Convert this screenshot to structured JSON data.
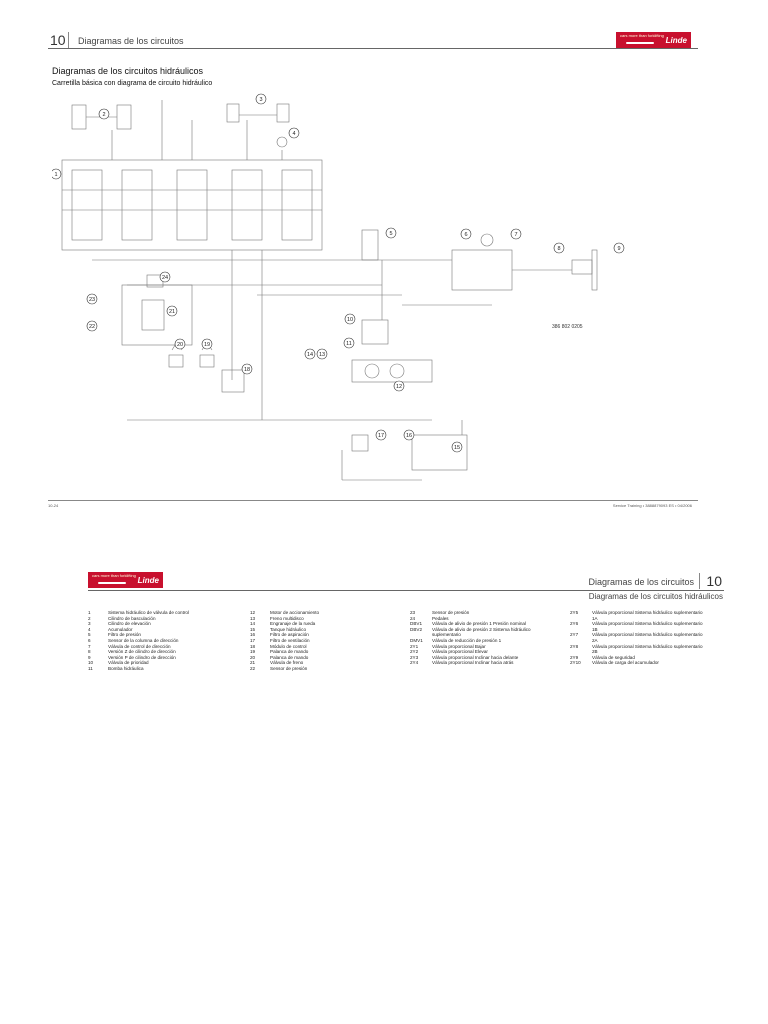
{
  "page1": {
    "chapter_number": "10",
    "chapter_title": "Diagramas de los circuitos",
    "section_title": "Diagramas de los circuitos hidráulicos",
    "section_subtitle": "Carretilla básica con diagrama de circuito hidráulico",
    "part_number": "386 802 0205",
    "footer_left": "10-24",
    "footer_right": "Service Training • 3888879093 ES • 04/2006"
  },
  "page2": {
    "chapter_title": "Diagramas de los circuitos",
    "chapter_number": "10",
    "subtitle": "Diagramas de los circuitos hidráulicos"
  },
  "logo": {
    "tagline": "cars more than forklifting",
    "brand": "Linde",
    "color": "#c8102e"
  },
  "diagram_labels": [
    "1",
    "2",
    "3",
    "4",
    "5",
    "6",
    "7",
    "8",
    "9",
    "10",
    "11",
    "12",
    "13",
    "14",
    "15",
    "16",
    "17",
    "18",
    "19",
    "20",
    "21",
    "22",
    "23",
    "24"
  ],
  "legend": [
    [
      {
        "k": "1",
        "v": "Sistema hidráulico de válvula de control"
      },
      {
        "k": "2",
        "v": "Cilindro de basculación"
      },
      {
        "k": "3",
        "v": "Cilindro de elevación"
      },
      {
        "k": "4",
        "v": "Acumulador"
      },
      {
        "k": "5",
        "v": "Filtro de presión"
      },
      {
        "k": "6",
        "v": "Sensor de la columna de dirección"
      },
      {
        "k": "7",
        "v": "Válvula de control de dirección"
      },
      {
        "k": "8",
        "v": "Versión Z de cilindro de dirección"
      },
      {
        "k": "9",
        "v": "Versión P de cilindro de dirección"
      },
      {
        "k": "10",
        "v": "Válvula de prioridad"
      },
      {
        "k": "11",
        "v": "Bomba hidráulica"
      }
    ],
    [
      {
        "k": "12",
        "v": "Motor de accionamiento"
      },
      {
        "k": "13",
        "v": "Freno multidisco"
      },
      {
        "k": "14",
        "v": "Engranaje de la rueda"
      },
      {
        "k": "15",
        "v": "Tanque hidráulico"
      },
      {
        "k": "16",
        "v": "Filtro de aspiración"
      },
      {
        "k": "17",
        "v": "Filtro de ventilación"
      },
      {
        "k": "18",
        "v": "Módulo de control"
      },
      {
        "k": "19",
        "v": "Palanca de mando"
      },
      {
        "k": "20",
        "v": "Palanca de mando"
      },
      {
        "k": "21",
        "v": "Válvula de freno"
      },
      {
        "k": "22",
        "v": "Sensor de presión"
      }
    ],
    [
      {
        "k": "23",
        "v": "Sensor de presión"
      },
      {
        "k": "24",
        "v": "Pedales"
      },
      {
        "k": "DBV1",
        "v": "Válvula de alivio de presión 1 Presión nominal"
      },
      {
        "k": "DBV2",
        "v": "Válvula de alivio de presión 2 Sistema hidráulico"
      },
      {
        "k": "",
        "v": "suplementario"
      },
      {
        "k": "DMV1",
        "v": "Válvula de reducción de presión 1"
      },
      {
        "k": "2Y1",
        "v": "Válvula proporcional Bajar"
      },
      {
        "k": "2Y2",
        "v": "Válvula proporcional Elevar"
      },
      {
        "k": "2Y3",
        "v": "Válvula proporcional Inclinar hacia delante"
      },
      {
        "k": "2Y4",
        "v": "Válvula proporcional Inclinar hacia atrás"
      }
    ],
    [
      {
        "k": "2Y5",
        "v": "Válvula proporcional Sistema hidráulico suplementario"
      },
      {
        "k": "",
        "v": "1A"
      },
      {
        "k": "2Y6",
        "v": "Válvula proporcional Sistema hidráulico suplementario"
      },
      {
        "k": "",
        "v": "1B"
      },
      {
        "k": "2Y7",
        "v": "Válvula proporcional Sistema hidráulico suplementario"
      },
      {
        "k": "",
        "v": "2A"
      },
      {
        "k": "2Y8",
        "v": "Válvula proporcional Sistema hidráulico suplementario"
      },
      {
        "k": "",
        "v": "2B"
      },
      {
        "k": "2Y9",
        "v": "Válvula de seguridad"
      },
      {
        "k": "2Y10",
        "v": "Válvula de carga del acumulador"
      }
    ]
  ]
}
